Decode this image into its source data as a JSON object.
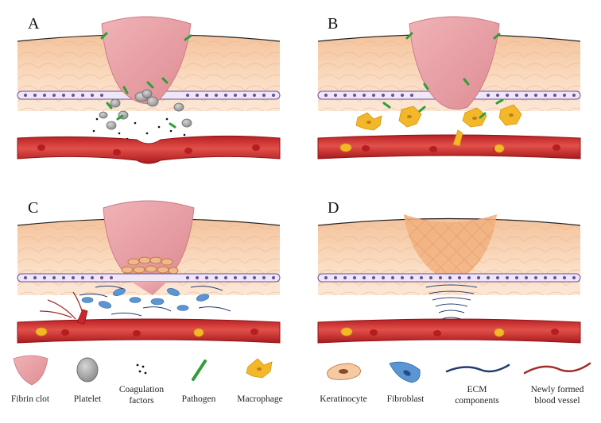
{
  "panels": [
    {
      "id": "A",
      "label": "A"
    },
    {
      "id": "B",
      "label": "B"
    },
    {
      "id": "C",
      "label": "C"
    },
    {
      "id": "D",
      "label": "D"
    }
  ],
  "legend": [
    {
      "id": "fibrin-clot",
      "lines": [
        "Fibrin clot"
      ]
    },
    {
      "id": "platelet",
      "lines": [
        "Platelet"
      ]
    },
    {
      "id": "coagulation-factors",
      "lines": [
        "Coagulation",
        "factors"
      ]
    },
    {
      "id": "pathogen",
      "lines": [
        "Pathogen"
      ]
    },
    {
      "id": "macrophage",
      "lines": [
        "Macrophage"
      ]
    },
    {
      "id": "keratinocyte",
      "lines": [
        "Keratinocyte"
      ]
    },
    {
      "id": "fibroblast",
      "lines": [
        "Fibroblast"
      ]
    },
    {
      "id": "ecm-components",
      "lines": [
        "ECM",
        "components"
      ]
    },
    {
      "id": "newly-formed-blood-vessel",
      "lines": [
        "Newly formed",
        "blood vessel"
      ]
    }
  ],
  "colors": {
    "clot": "#e9a3a8",
    "skin_top": "#f6caa6",
    "skin_mid": "#f9dfc5",
    "vessel": "#c8282b",
    "vessel_light": "#e04a45",
    "rbc": "#b51d1f",
    "platelet": "#9e9e9e",
    "pathogen": "#2e9e3a",
    "macrophage": "#f2b829",
    "keratinocyte": "#f5c9a4",
    "fibroblast": "#5b96d2",
    "ecm": "#243c6e",
    "new_vessel": "#a42c2c",
    "membrane": "#6b4f9a"
  }
}
